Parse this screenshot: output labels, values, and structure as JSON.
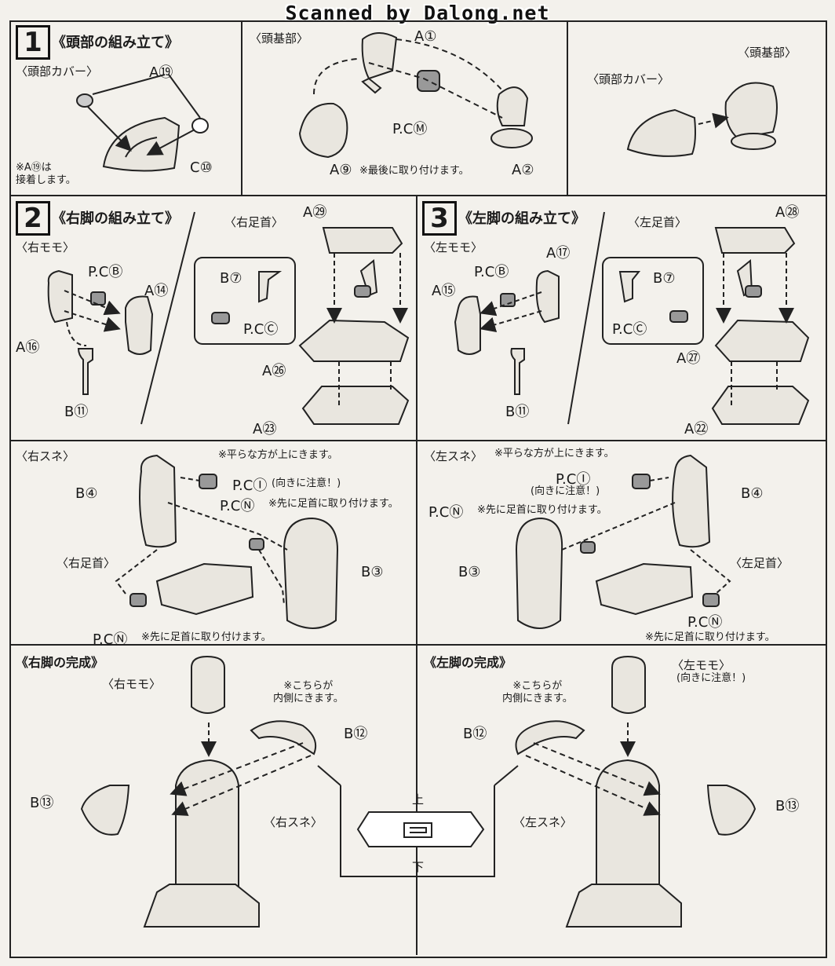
{
  "watermark": "Scanned by Dalong.net",
  "step1": {
    "number": "1",
    "title": "《頭部の組み立て》",
    "cover_heading": "〈頭部カバー〉",
    "base_heading": "〈頭基部〉",
    "cover_label": "〈頭部カバー〉",
    "base_label": "〈頭基部〉",
    "parts": {
      "a19": "A⑲",
      "c10": "C⑩",
      "a1": "A①",
      "pcm": "P.CⓂ",
      "a9": "A⑨",
      "a2": "A②"
    },
    "note_glue": "※A⑲は\n接着します。",
    "note_last": "※最後に取り付けます。"
  },
  "step2": {
    "number": "2",
    "title": "《右脚の組み立て》",
    "thigh_heading": "〈右モモ〉",
    "ankle_heading": "〈右足首〉",
    "shin_heading": "〈右スネ〉",
    "ankle_label": "〈右足首〉",
    "complete_heading": "《右脚の完成》",
    "thigh_label": "〈右モモ〉",
    "shin_label": "〈右スネ〉",
    "parts": {
      "pcb": "P.CⒷ",
      "a14": "A⑭",
      "a16": "A⑯",
      "b11": "B⑪",
      "b7": "B⑦",
      "pcc": "P.CⒸ",
      "a29": "A㉙",
      "a26": "A㉖",
      "a23": "A㉓",
      "b4": "B④",
      "pci": "P.CⒾ",
      "pcn1": "P.CⓃ",
      "b3": "B③",
      "pcn2": "P.CⓃ",
      "b12": "B⑫",
      "b13": "B⑬"
    },
    "note_flat": "※平らな方が上にきます。",
    "note_direction": "(向きに注意！)",
    "note_ankle_first": "※先に足首に取り付けます。",
    "note_ankle_first2": "※先に足首に取り付けます。",
    "note_inside": "※こちらが\n内側にきます。"
  },
  "step3": {
    "number": "3",
    "title": "《左脚の組み立て》",
    "thigh_heading": "〈左モモ〉",
    "ankle_heading": "〈左足首〉",
    "shin_heading": "〈左スネ〉",
    "ankle_label": "〈左足首〉",
    "complete_heading": "《左脚の完成》",
    "thigh_label": "〈左モモ〉",
    "thigh_note": "(向きに注意！)",
    "shin_label": "〈左スネ〉",
    "parts": {
      "pcb": "P.CⒷ",
      "a17": "A⑰",
      "a15": "A⑮",
      "b11": "B⑪",
      "b7": "B⑦",
      "pcc": "P.CⒸ",
      "a28": "A㉘",
      "a27": "A㉗",
      "a22": "A㉒",
      "b4": "B④",
      "pci": "P.CⒾ",
      "pcn1": "P.CⓃ",
      "b3": "B③",
      "pcn2": "P.CⓃ",
      "b12": "B⑫",
      "b13": "B⑬"
    },
    "note_flat": "※平らな方が上にきます。",
    "note_direction": "(向きに注意！)",
    "note_ankle_first": "※先に足首に取り付けます。",
    "note_ankle_first2": "※先に足首に取り付けます。",
    "note_inside": "※こちらが\n内側にきます。"
  },
  "detail": {
    "top": "上",
    "bottom": "下"
  }
}
